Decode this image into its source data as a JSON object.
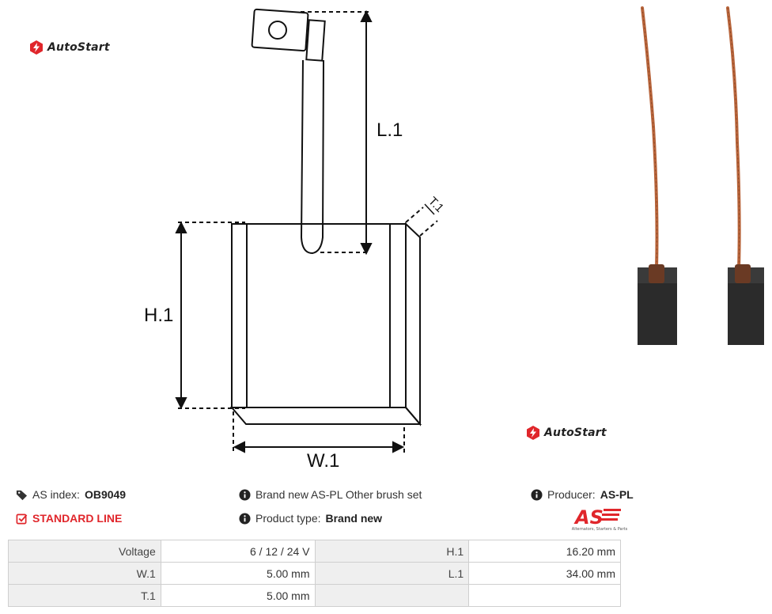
{
  "brand": {
    "logo_text": "AutoStart"
  },
  "diagram": {
    "labels": {
      "length": "L.1",
      "height": "H.1",
      "width": "W.1",
      "thickness": "T.1"
    }
  },
  "product": {
    "as_index_label": "AS index:",
    "as_index_value": "OB9049",
    "line_label": "STANDARD LINE",
    "description": "Brand new AS-PL Other brush set",
    "product_type_label": "Product type:",
    "product_type_value": "Brand new",
    "producer_label": "Producer:",
    "producer_value": "AS-PL",
    "producer_logo_text": "AS",
    "producer_logo_tagline": "Alternators, Starters & Parts"
  },
  "specs": {
    "rows": [
      [
        {
          "label": "Voltage",
          "value": "6 / 12 / 24 V"
        },
        {
          "label": "H.1",
          "value": "16.20 mm"
        }
      ],
      [
        {
          "label": "W.1",
          "value": "5.00 mm"
        },
        {
          "label": "L.1",
          "value": "34.00 mm"
        }
      ],
      [
        {
          "label": "T.1",
          "value": "5.00 mm"
        },
        {
          "label": "",
          "value": ""
        }
      ]
    ]
  },
  "colors": {
    "accent_red": "#e0262b",
    "copper": "#b8643a",
    "carbon": "#2b2b2b"
  },
  "icons": [
    "autostart-logo-icon",
    "tag-icon",
    "check-square-icon",
    "info-circle-icon"
  ]
}
